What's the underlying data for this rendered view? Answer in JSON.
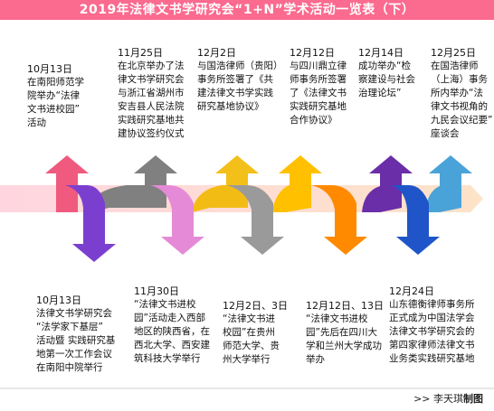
{
  "title": "2019年法律文书学研究会“1+N”学术活动一览表（下）",
  "top_events": [
    {
      "date": "10月13日",
      "text": "在南阳师范学\n院举办“法律\n文书进校园”\n活动",
      "color": "#f05a7e"
    },
    {
      "date": "11月25日",
      "text": "在北京举办了法\n律文书学研究会\n与浙江省湖州市\n安吉县人民法院\n实践研究基地共\n建协议签约仪式",
      "color": "#808080"
    },
    {
      "date": "12月2日",
      "text": "与国浩律师（贵阳）\n事务所签署了《共\n建法律文书学实践\n研究基地协议》",
      "color": "#f2b800"
    },
    {
      "date": "12月12日",
      "text": "与四川鼎立律\n师事务所签署\n了《法律文书\n实践研究基地\n合作协议》",
      "color": "#ffc000"
    },
    {
      "date": "12月14日",
      "text": "成功举办“检\n察建设与社会\n治理论坛”",
      "color": "#6a2ea8"
    },
    {
      "date": "12月25日",
      "text": "在国浩律师\n（上海）事务\n所内举办“法\n律文书视角的\n九民会议纪要”\n座谈会",
      "color": "#4aa3d8"
    }
  ],
  "bottom_events": [
    {
      "date": "10月13日",
      "text": "法律文书学研究会\n“法学家下基层”\n活动暨 实践研究基\n地第一次工作会议\n在南阳中院举行",
      "color": "#7b3fd0"
    },
    {
      "date": "11月30日",
      "text": "“法律文书进校\n园”活动走入西部\n地区的陕西省，在\n西北大学、西安建\n筑科技大学举行",
      "color": "#e58ad6"
    },
    {
      "date": "12月2日、3日",
      "text": "“法律文书进\n校园”在贵州\n师范大学、贵\n州大学举行",
      "color": "#9a9a9a"
    },
    {
      "date": "12月12日、13日",
      "text": "“法律文书进校\n园”先后在四川大\n学和兰州大学成功\n举办",
      "color": "#ff8a00"
    },
    {
      "date": "12月24日",
      "text": "山东德衡律师事务所\n正式成为中国法学会\n法律文书学研究会的\n第四家律师法律文书\n业务类实践研究基地",
      "color": "#1f55c9"
    }
  ],
  "credit": {
    "prefix": ">>",
    "name": "李天琪",
    "suffix": "制图"
  }
}
